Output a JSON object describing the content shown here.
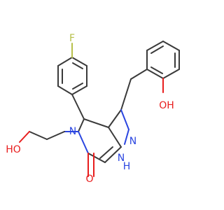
{
  "labels": {
    "fluorine": "F",
    "hydroxyl_phenol": "OH",
    "hydroxyl_ethyl": "HO",
    "lactam_nitrogen": "N",
    "carbonyl_oxygen": "O",
    "pyrazole_n": "N",
    "pyrazole_nh_n": "N",
    "pyrazole_nh_h": "H"
  },
  "colors": {
    "bond": "#3a3a3a",
    "nitrogen": "#2a45e0",
    "oxygen": "#e81d1d",
    "fluorine": "#b7c04a"
  }
}
